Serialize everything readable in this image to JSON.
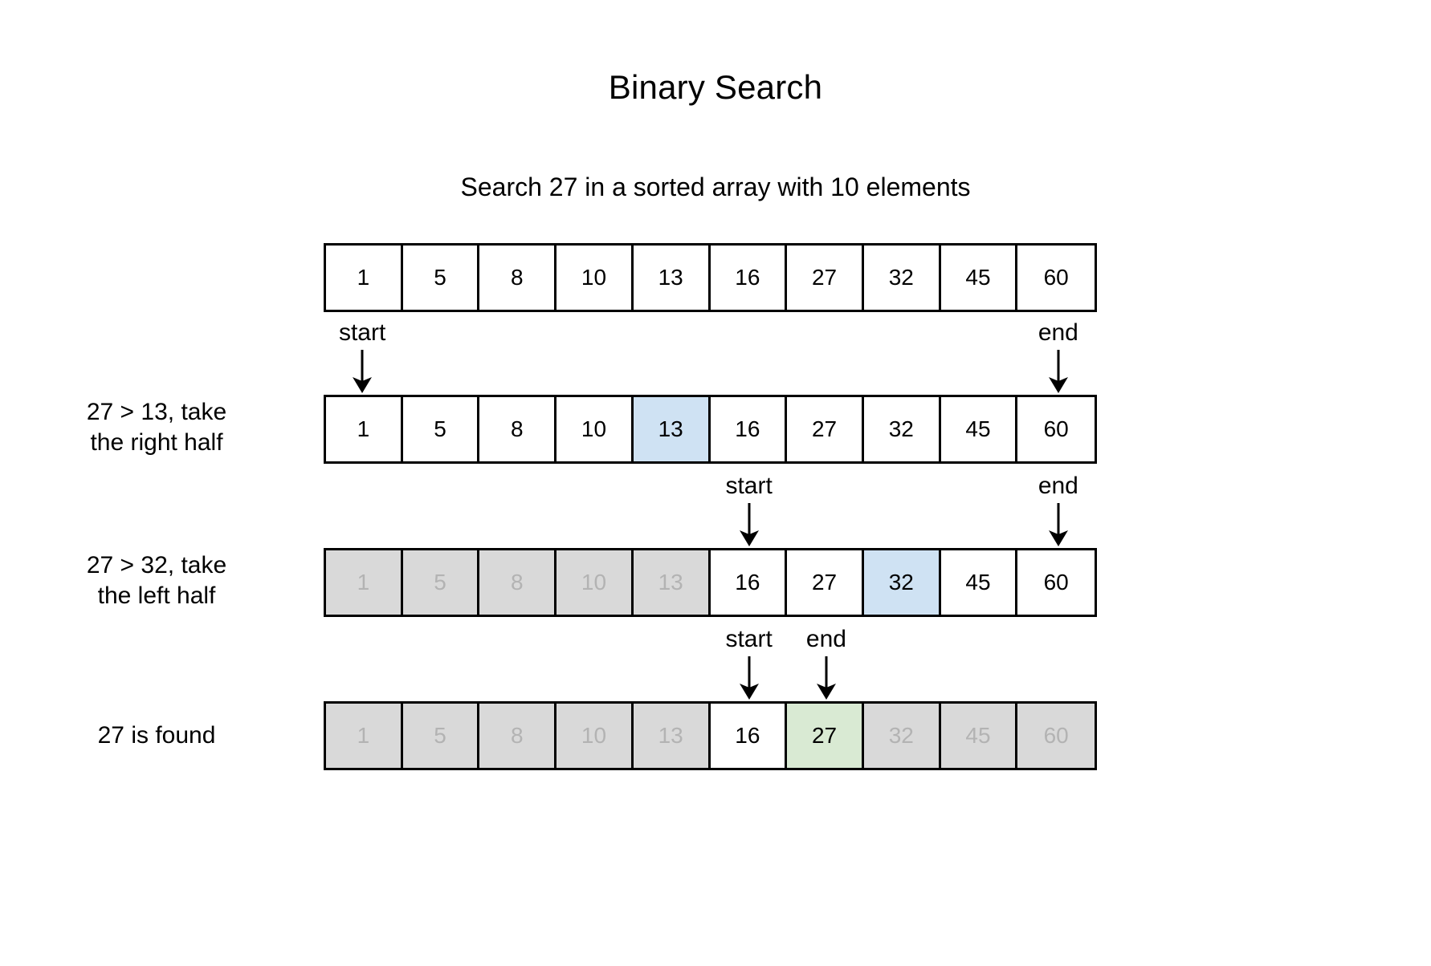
{
  "title": "Binary Search",
  "subtitle": "Search 27 in a sorted array with 10 elements",
  "array": [
    "1",
    "5",
    "8",
    "10",
    "13",
    "16",
    "27",
    "32",
    "45",
    "60"
  ],
  "labels": {
    "start": "start",
    "end": "end"
  },
  "colors": {
    "mid_highlight": "#cfe2f3",
    "found_highlight": "#d9ead3",
    "dimmed_cell": "#d9d9d9",
    "dimmed_text": "#b3b3b3",
    "border": "#000000",
    "background": "#ffffff"
  },
  "steps": [
    {
      "id": "step-0",
      "caption": "",
      "cells": [
        {
          "value": "1",
          "state": "active"
        },
        {
          "value": "5",
          "state": "active"
        },
        {
          "value": "8",
          "state": "active"
        },
        {
          "value": "10",
          "state": "active"
        },
        {
          "value": "13",
          "state": "active"
        },
        {
          "value": "16",
          "state": "active"
        },
        {
          "value": "27",
          "state": "active"
        },
        {
          "value": "32",
          "state": "active"
        },
        {
          "value": "45",
          "state": "active"
        },
        {
          "value": "60",
          "state": "active"
        }
      ],
      "pointers": []
    },
    {
      "id": "step-1",
      "caption": "27 > 13, take\nthe right half",
      "caption_line1": "27 > 13, take",
      "caption_line2": "the right half",
      "cells": [
        {
          "value": "1",
          "state": "active"
        },
        {
          "value": "5",
          "state": "active"
        },
        {
          "value": "8",
          "state": "active"
        },
        {
          "value": "10",
          "state": "active"
        },
        {
          "value": "13",
          "state": "mid"
        },
        {
          "value": "16",
          "state": "active"
        },
        {
          "value": "27",
          "state": "active"
        },
        {
          "value": "32",
          "state": "active"
        },
        {
          "value": "45",
          "state": "active"
        },
        {
          "value": "60",
          "state": "active"
        }
      ],
      "pointers": [
        {
          "label": "start",
          "index": 0
        },
        {
          "label": "end",
          "index": 9
        }
      ]
    },
    {
      "id": "step-2",
      "caption": "27 > 32, take\nthe left half",
      "caption_line1": "27 > 32, take",
      "caption_line2": "the left half",
      "cells": [
        {
          "value": "1",
          "state": "dim"
        },
        {
          "value": "5",
          "state": "dim"
        },
        {
          "value": "8",
          "state": "dim"
        },
        {
          "value": "10",
          "state": "dim"
        },
        {
          "value": "13",
          "state": "dim"
        },
        {
          "value": "16",
          "state": "active"
        },
        {
          "value": "27",
          "state": "active"
        },
        {
          "value": "32",
          "state": "mid"
        },
        {
          "value": "45",
          "state": "active"
        },
        {
          "value": "60",
          "state": "active"
        }
      ],
      "pointers": [
        {
          "label": "start",
          "index": 5
        },
        {
          "label": "end",
          "index": 9
        }
      ]
    },
    {
      "id": "step-3",
      "caption": "27 is found",
      "caption_line1": "27 is found",
      "caption_line2": "",
      "cells": [
        {
          "value": "1",
          "state": "dim"
        },
        {
          "value": "5",
          "state": "dim"
        },
        {
          "value": "8",
          "state": "dim"
        },
        {
          "value": "10",
          "state": "dim"
        },
        {
          "value": "13",
          "state": "dim"
        },
        {
          "value": "16",
          "state": "active"
        },
        {
          "value": "27",
          "state": "found"
        },
        {
          "value": "32",
          "state": "dim"
        },
        {
          "value": "45",
          "state": "dim"
        },
        {
          "value": "60",
          "state": "dim"
        }
      ],
      "pointers": [
        {
          "label": "start",
          "index": 5
        },
        {
          "label": "end",
          "index": 6
        }
      ]
    }
  ]
}
